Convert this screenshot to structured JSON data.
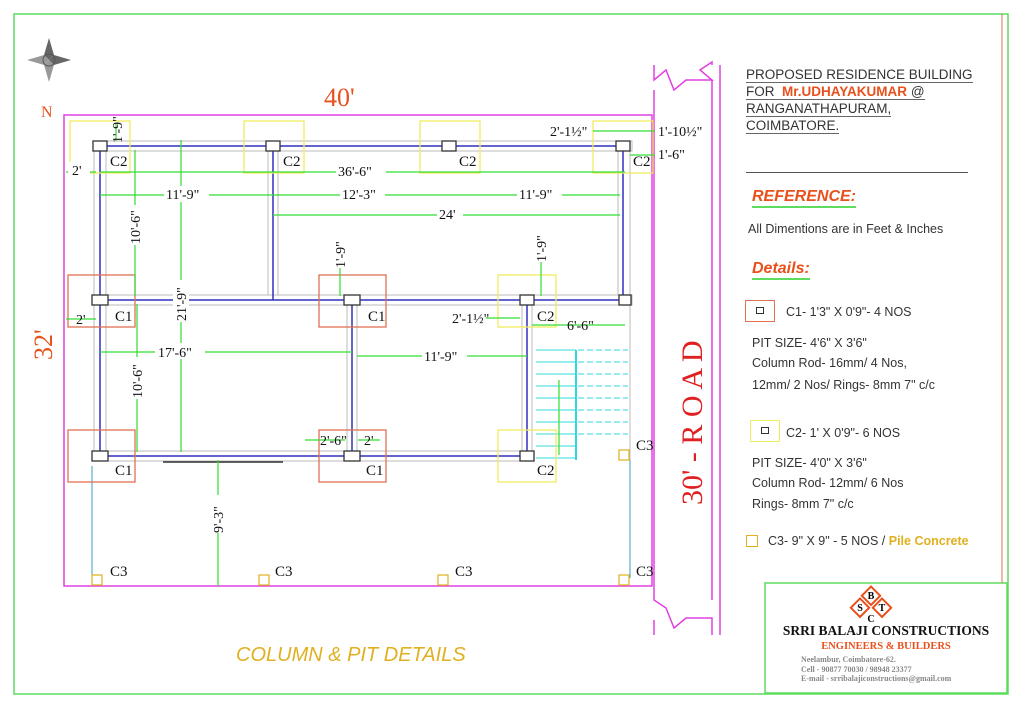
{
  "compass": {
    "north": "N"
  },
  "plot": {
    "width_label": "40'",
    "depth_label": "32'"
  },
  "road": {
    "label": "30' - R O A D"
  },
  "drawing_title": "COLUMN & PIT DETAILS",
  "columns": {
    "c1": "C1",
    "c2": "C2",
    "c3": "C3"
  },
  "dimensions": {
    "d_1_9_top": "1'-9\"",
    "d_2_top": "2'",
    "d_36_6": "36'-6\"",
    "d_11_9_a": "11'-9\"",
    "d_12_3": "12'-3\"",
    "d_11_9_b": "11'-9\"",
    "d_24": "24'",
    "d_2_1_half_top": "2'-1½\"",
    "d_1_10_half": "1'-10½\"",
    "d_1_6": "1'-6\"",
    "d_10_6_a": "10'-6\"",
    "d_21_9": "21'-9\"",
    "d_1_9_mid": "1'-9\"",
    "d_1_9_right": "1'-9\"",
    "d_2_mid": "2'",
    "d_2_1_half_mid": "2'-1½\"",
    "d_6_6": "6'-6\"",
    "d_17_6": "17'-6\"",
    "d_11_9_c": "11'-9\"",
    "d_10_6_b": "10'-6\"",
    "d_2_6": "2'-6\"",
    "d_2_bot": "2'",
    "d_9_3": "9'-3\""
  },
  "project": {
    "line1": "PROPOSED RESIDENCE BUILDING",
    "for": "FOR",
    "owner": "Mr.UDHAYAKUMAR",
    "at": "@",
    "line3": "RANGANATHAPURAM,",
    "line4": "COIMBATORE."
  },
  "reference": {
    "heading": "REFERENCE:",
    "text": "All Dimentions are in Feet & Inches"
  },
  "details": {
    "heading": "Details:",
    "c1": {
      "title": "C1- 1'3\" X 0'9\"- 4 NOS",
      "pit": "PIT SIZE- 4'6\" X 3'6\"",
      "rod": "Column Rod- 16mm/ 4 Nos,",
      "rings": "12mm/ 2 Nos/ Rings- 8mm 7\" c/c"
    },
    "c2": {
      "title": "C2- 1' X 0'9\"- 6 NOS",
      "pit": "PIT SIZE- 4'0\" X 3'6\"",
      "rod": "Column Rod- 12mm/ 6 Nos",
      "rings": "Rings- 8mm 7\" c/c"
    },
    "c3": {
      "title": "C3- 9\" X 9\" - 5 NOS /",
      "pile": "Pile Concrete"
    }
  },
  "company": {
    "logo": "SBTC",
    "name": "SRRI BALAJI CONSTRUCTIONS",
    "tagline": "ENGINEERS & BUILDERS",
    "address": "Neelambur, Coimbatore-62.",
    "cell": "Cell - 90877 70030 / 98948 23377",
    "email": "E-mail - srribalajiconstructions@gmail.com"
  },
  "colors": {
    "border": "#5ddc5d",
    "plot": "#e040e0",
    "beam": "#3030c0",
    "dim": "#33dd33",
    "c1_pit": "#e07050",
    "c2_pit": "#f0ec60",
    "c3": "#e0b020",
    "stairs": "#30d8d8",
    "accent": "#e8501c"
  }
}
